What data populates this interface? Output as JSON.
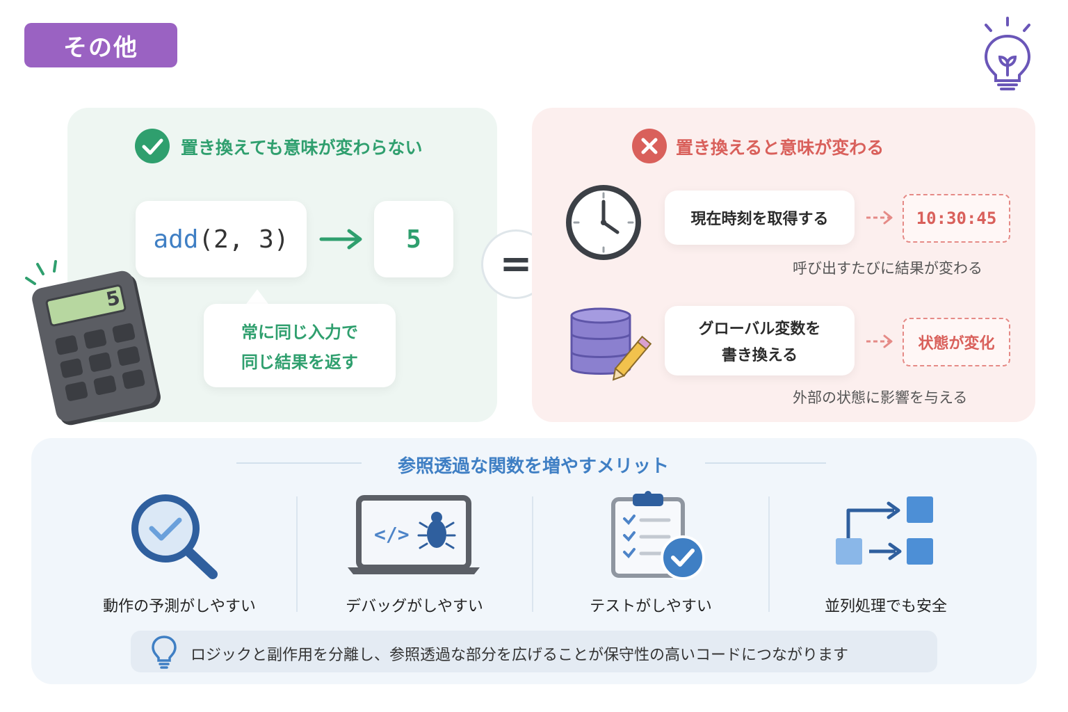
{
  "section_tag": "その他",
  "left_panel": {
    "heading": "置き換えても意味が変わらない",
    "code_fn": "add",
    "code_args": "(2, 3)",
    "result": "5",
    "note_line1": "常に同じ入力で",
    "note_line2": "同じ結果を返す",
    "calculator_display": "5"
  },
  "equals_symbol": "=",
  "right_panel": {
    "heading": "置き換えると意味が変わる",
    "rows": [
      {
        "action_line1": "現在時刻を取得する",
        "action_line2": "",
        "result": "10:30:45",
        "caption": "呼び出すたびに結果が変わる",
        "icon": "clock-icon"
      },
      {
        "action_line1": "グローバル変数を",
        "action_line2": "書き換える",
        "result": "状態が変化",
        "caption": "外部の状態に影響を与える",
        "icon": "database-pencil-icon"
      }
    ]
  },
  "benefits": {
    "title": "参照透過な関数を増やすメリット",
    "items": [
      {
        "label": "動作の予測がしやすい",
        "icon": "magnifier-check-icon"
      },
      {
        "label": "デバッグがしやすい",
        "icon": "laptop-bug-icon"
      },
      {
        "label": "テストがしやすい",
        "icon": "clipboard-check-icon"
      },
      {
        "label": "並列処理でも安全",
        "icon": "parallel-flow-icon"
      }
    ],
    "tip": "ロジックと副作用を分離し、参照透過な部分を広げることが保守性の高いコードにつながります"
  },
  "colors": {
    "tag_purple": "#9a62c2",
    "green": "#2f9f6e",
    "red": "#d9605b",
    "blue": "#3f7fc4"
  }
}
